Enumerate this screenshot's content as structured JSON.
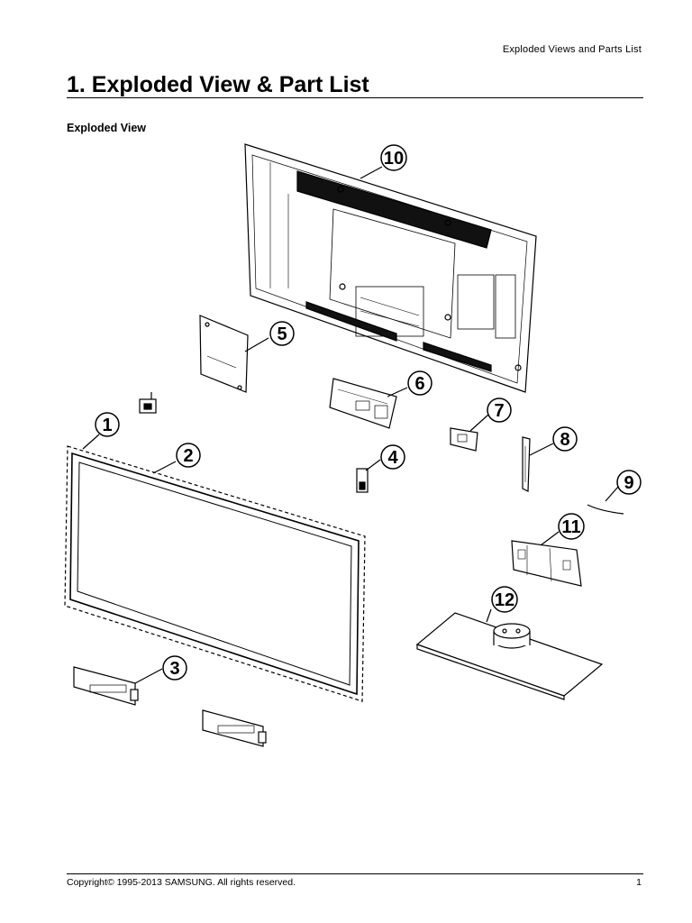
{
  "header": {
    "running_title": "Exploded Views and Parts List"
  },
  "section": {
    "title": "1.  Exploded View & Part List"
  },
  "subsection": {
    "title": "Exploded View"
  },
  "callouts": [
    "1",
    "2",
    "3",
    "4",
    "5",
    "6",
    "7",
    "8",
    "9",
    "10",
    "11",
    "12"
  ],
  "footer": {
    "copyright": "Copyright© 1995-2013 SAMSUNG. All rights reserved.",
    "page_number": "1"
  }
}
